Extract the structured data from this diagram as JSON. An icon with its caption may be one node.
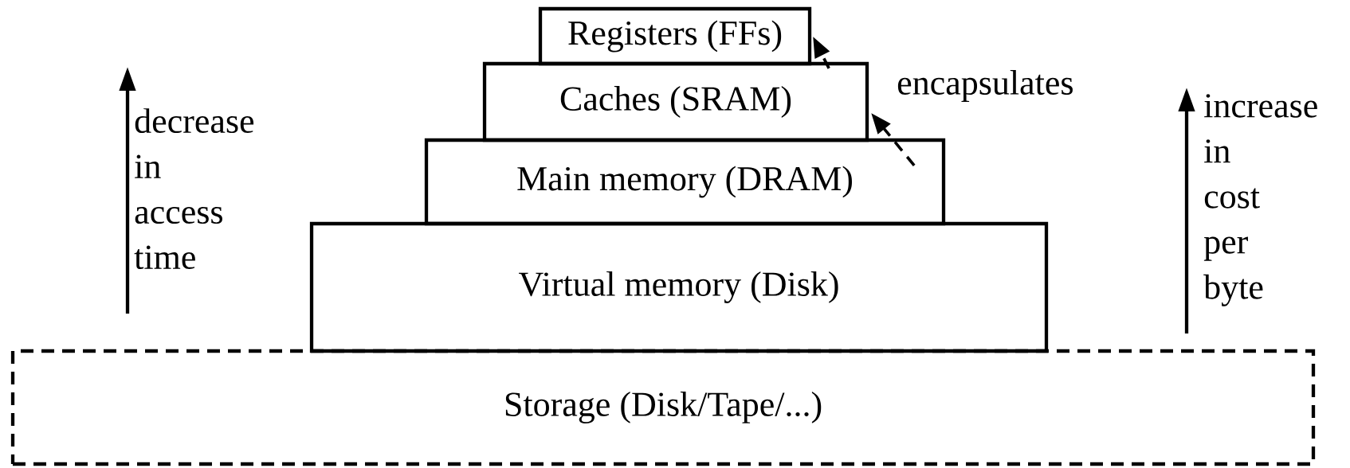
{
  "diagram": {
    "nodes": [
      {
        "text": [
          "Registers (FFs)"
        ]
      },
      {
        "text": [
          "Caches (SRAM)"
        ]
      },
      {
        "text": [
          "Main memory (DRAM)"
        ]
      },
      {
        "text": [
          "Virtual memory (Disk)"
        ]
      },
      {
        "text": [
          "Storage (Disk/Tape/...)"
        ]
      }
    ],
    "edges": [
      {
        "from": 2,
        "to": 1,
        "arrow": "to",
        "style": "dashed",
        "label": "encapsulates"
      },
      {
        "from": 1,
        "to": 0,
        "arrow": "to",
        "style": "dashed"
      }
    ],
    "labels": [
      "decrease in access time",
      "increase in cost per byte"
    ]
  }
}
